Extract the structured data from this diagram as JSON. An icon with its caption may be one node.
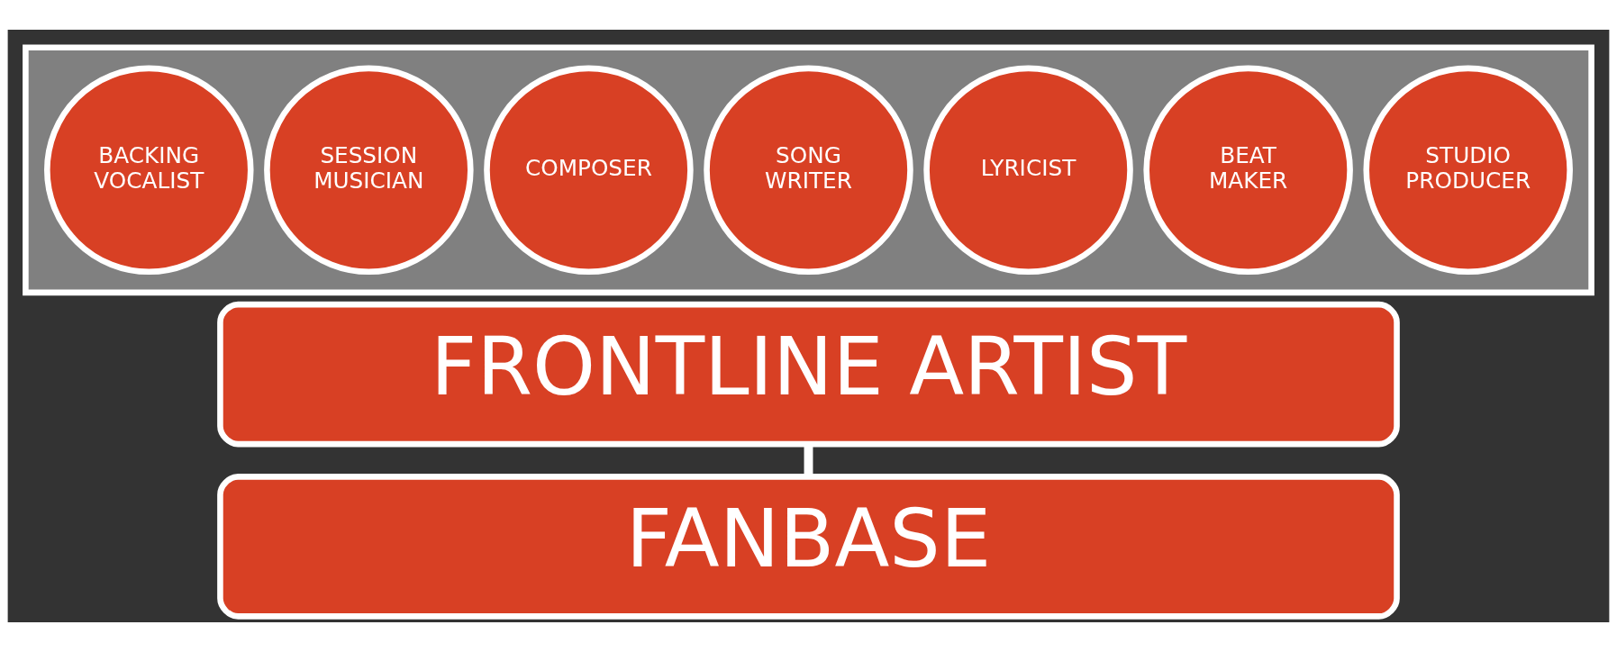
{
  "diagram": {
    "nodes": [
      {
        "text": [],
        "shape": "box"
      },
      {
        "text": [
          "BACKING VOCALIST"
        ],
        "in": 0
      },
      {
        "text": [
          "SESSION MUSICIAN"
        ],
        "in": 0
      },
      {
        "text": [
          "COMPOSER"
        ],
        "in": 0
      },
      {
        "text": [
          "SONG WRITER"
        ],
        "in": 0
      },
      {
        "text": [
          "LYRICIST"
        ],
        "in": 0
      },
      {
        "text": [
          "BEAT MAKER"
        ],
        "in": 0
      },
      {
        "text": [
          "STUDIO PRODUCER"
        ],
        "in": 0
      },
      {
        "text": [
          "FRONTLINE ARTIST"
        ]
      },
      {
        "text": [
          "FANBASE"
        ]
      }
    ],
    "edges": [
      {
        "from": 8,
        "to": 9,
        "arrow": "none"
      }
    ]
  }
}
